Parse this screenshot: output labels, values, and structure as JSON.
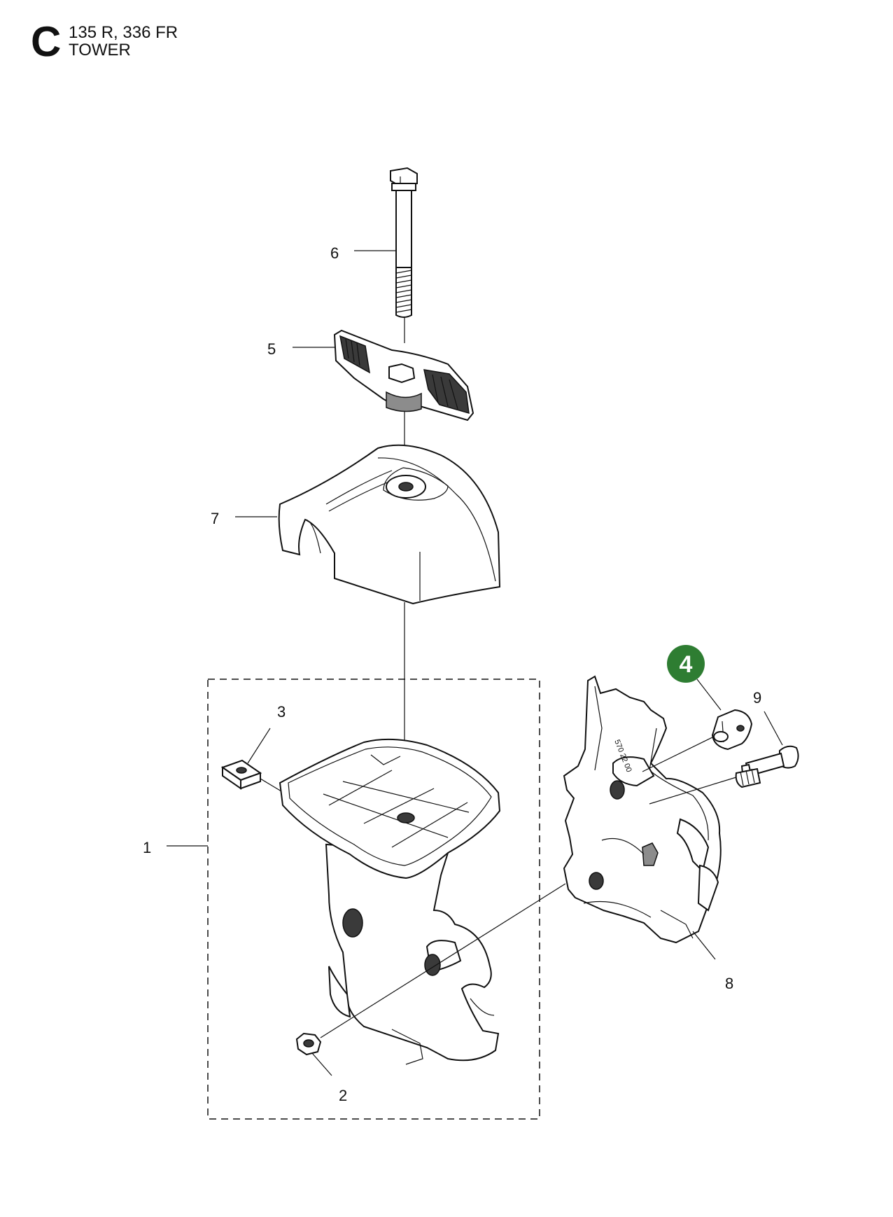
{
  "header": {
    "section_letter": "C",
    "models": "135 R, 336 FR",
    "group": "TOWER"
  },
  "callouts": {
    "c1": "1",
    "c2": "2",
    "c3": "3",
    "c4": "4",
    "c5": "5",
    "c6": "6",
    "c7": "7",
    "c8": "8",
    "c9": "9"
  },
  "colors": {
    "highlight_badge": "#2e7d32",
    "line": "#111111"
  },
  "part_markings": {
    "bracket_code": "570 22 00"
  }
}
